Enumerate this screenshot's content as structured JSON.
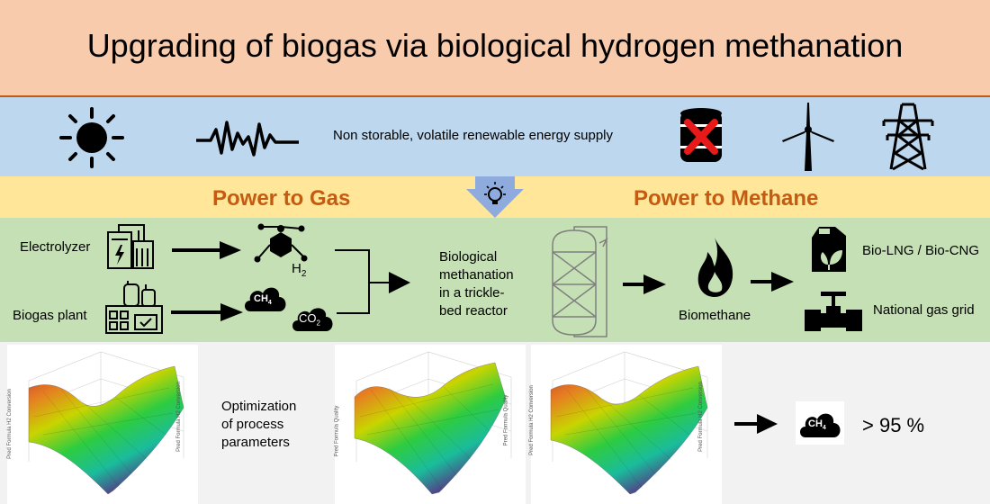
{
  "header": {
    "title": "Upgrading of biogas via biological hydrogen methanation"
  },
  "energy": {
    "caption": "Non storable, volatile renewable energy supply",
    "icons": [
      "sun-icon",
      "volatility-wave-icon",
      "no-storage-barrel-icon",
      "wind-turbine-icon",
      "power-pylon-icon"
    ],
    "cross_color": "#e81919"
  },
  "bands": {
    "power_to_gas": "Power to Gas",
    "power_to_methane": "Power to Methane",
    "label_color": "#c55a11"
  },
  "process": {
    "electrolyzer": "Electrolyzer",
    "biogas_plant": "Biogas plant",
    "h2_label": "H",
    "h2_sub": "2",
    "ch4_label": "CH",
    "ch4_sub": "4",
    "co2_label": "CO",
    "co2_sub": "2",
    "reactor_text": "Biological methanation in a trickle-bed reactor",
    "biomethane": "Biomethane",
    "bio_lng": "Bio-LNG / Bio-CNG",
    "gas_grid": "National gas grid"
  },
  "optimization": {
    "caption": "Optimization of process parameters",
    "result": "> 95 %",
    "ch4_label": "CH",
    "ch4_sub": "4",
    "plots": [
      {
        "zlabel": "Pred Formula H2 Conversion",
        "zlabel2": "Pred Formula H2 Conversion"
      },
      {
        "zlabel": "Pred Formula Quality",
        "zlabel2": "Pred Formula Quality"
      },
      {
        "zlabel": "Pred Formula H2 Conversion",
        "zlabel2": "Pred Formula H2 Conversion"
      }
    ]
  }
}
